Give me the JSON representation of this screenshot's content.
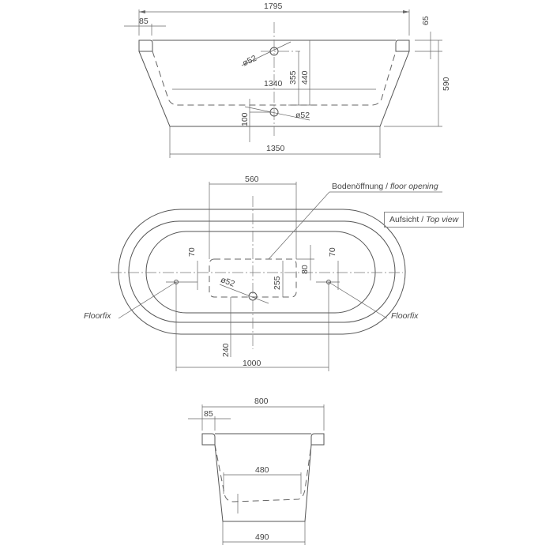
{
  "side_view": {
    "overall_length": "1795",
    "rim_width": "85",
    "rim_height": "65",
    "total_height": "590",
    "inner_bottom_length": "1340",
    "overflow_diameter": "ø52",
    "overflow_height_a": "355",
    "overflow_height_b": "440",
    "drain_height": "100",
    "drain_diameter": "ø52",
    "base_length": "1350"
  },
  "top_view": {
    "label_de": "Aufsicht /",
    "label_en": "Top view",
    "floor_opening_de": "Bodenöffnung /",
    "floor_opening_en": "floor opening",
    "opening_width": "560",
    "opening_depth": "255",
    "opening_offset": "80",
    "fix_offset_left": "70",
    "fix_offset_right": "70",
    "drain_diameter": "ø52",
    "drain_offset": "240",
    "fix_spacing": "1000",
    "floorfix_left": "Floorfix",
    "floorfix_right": "Floorfix"
  },
  "end_view": {
    "overall_width": "800",
    "rim_width": "85",
    "inner_bottom_width": "480",
    "base_width": "490"
  }
}
